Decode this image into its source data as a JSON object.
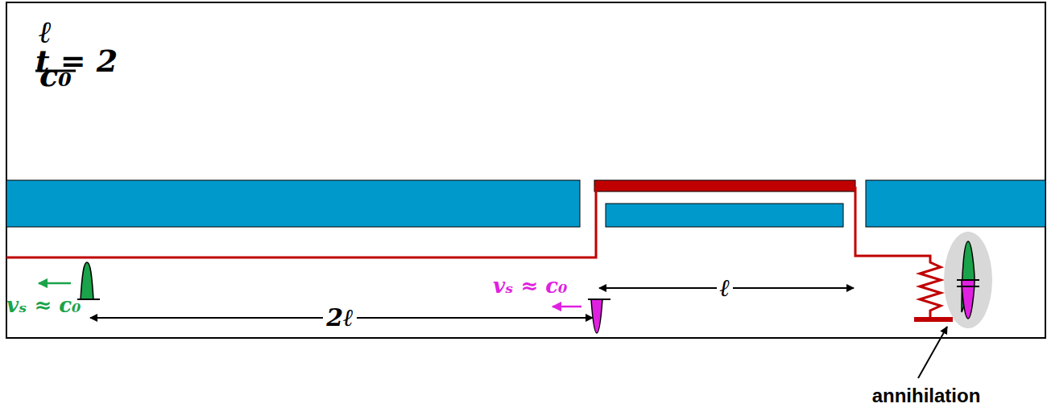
{
  "diagram": {
    "labels": [
      "t = 2",
      "ℓ",
      "c₀",
      "vₛ ≈ c₀",
      "vₛ ≈ c₀",
      "2ℓ",
      "ℓ",
      "annihilation"
    ]
  }
}
